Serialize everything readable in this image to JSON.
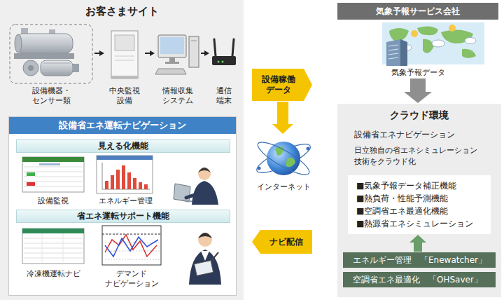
{
  "diagram": {
    "nodes": [
      {
        "text": [
          "お客さまサイト"
        ]
      },
      {
        "text": [
          "設備機器・ センサー類"
        ],
        "in": 0
      },
      {
        "text": [
          "中央監視 設備"
        ],
        "in": 0
      },
      {
        "text": [
          "情報収集 システム"
        ],
        "in": 0
      },
      {
        "text": [
          "通信 端末"
        ],
        "in": 0
      },
      {
        "text": [
          "設備省エネ運転ナビゲーション"
        ],
        "in": 0
      },
      {
        "text": [
          "見える化機能"
        ],
        "in": 5
      },
      {
        "text": [
          "省エネ運転サポート機能"
        ],
        "in": 5
      },
      {
        "text": [
          "設備稼働 データ"
        ]
      },
      {
        "text": [
          "インターネット"
        ]
      },
      {
        "text": [
          "ナビ配信"
        ]
      },
      {
        "text": [
          "気象予報サービス会社",
          "気象予報データ"
        ]
      },
      {
        "text": [
          "クラウド環境",
          "設備省エネナビゲーション",
          "日立独自の省エネシミュレーション 技術をクラウド化"
        ]
      },
      {
        "text": [
          "■気象予報データ補正機能",
          "■熱負荷・性能予測機能",
          "■空調省エネ最適化機能",
          "■熱源省エネシミュレーション"
        ],
        "in": 12
      },
      {
        "text": [
          "エネルギー管理　「Enewatcher」"
        ],
        "in": 12
      },
      {
        "text": [
          "空調省エネ最適化　「OHSaver」"
        ],
        "in": 12
      }
    ],
    "edges": [
      {
        "from": 1,
        "to": 2,
        "arrow": "to"
      },
      {
        "from": 2,
        "to": 3,
        "arrow": "to"
      },
      {
        "from": 3,
        "to": 4,
        "arrow": "to"
      },
      {
        "from": 8,
        "to": 9,
        "arrow": "to"
      },
      {
        "from": 11,
        "to": 12,
        "arrow": "to"
      },
      {
        "from": 14,
        "to": 13,
        "arrow": "to"
      }
    ],
    "labels": [
      "設備監視",
      "エネルギー管理",
      "冷凍機運転ナビ",
      "デマンド ナビゲーション"
    ]
  }
}
